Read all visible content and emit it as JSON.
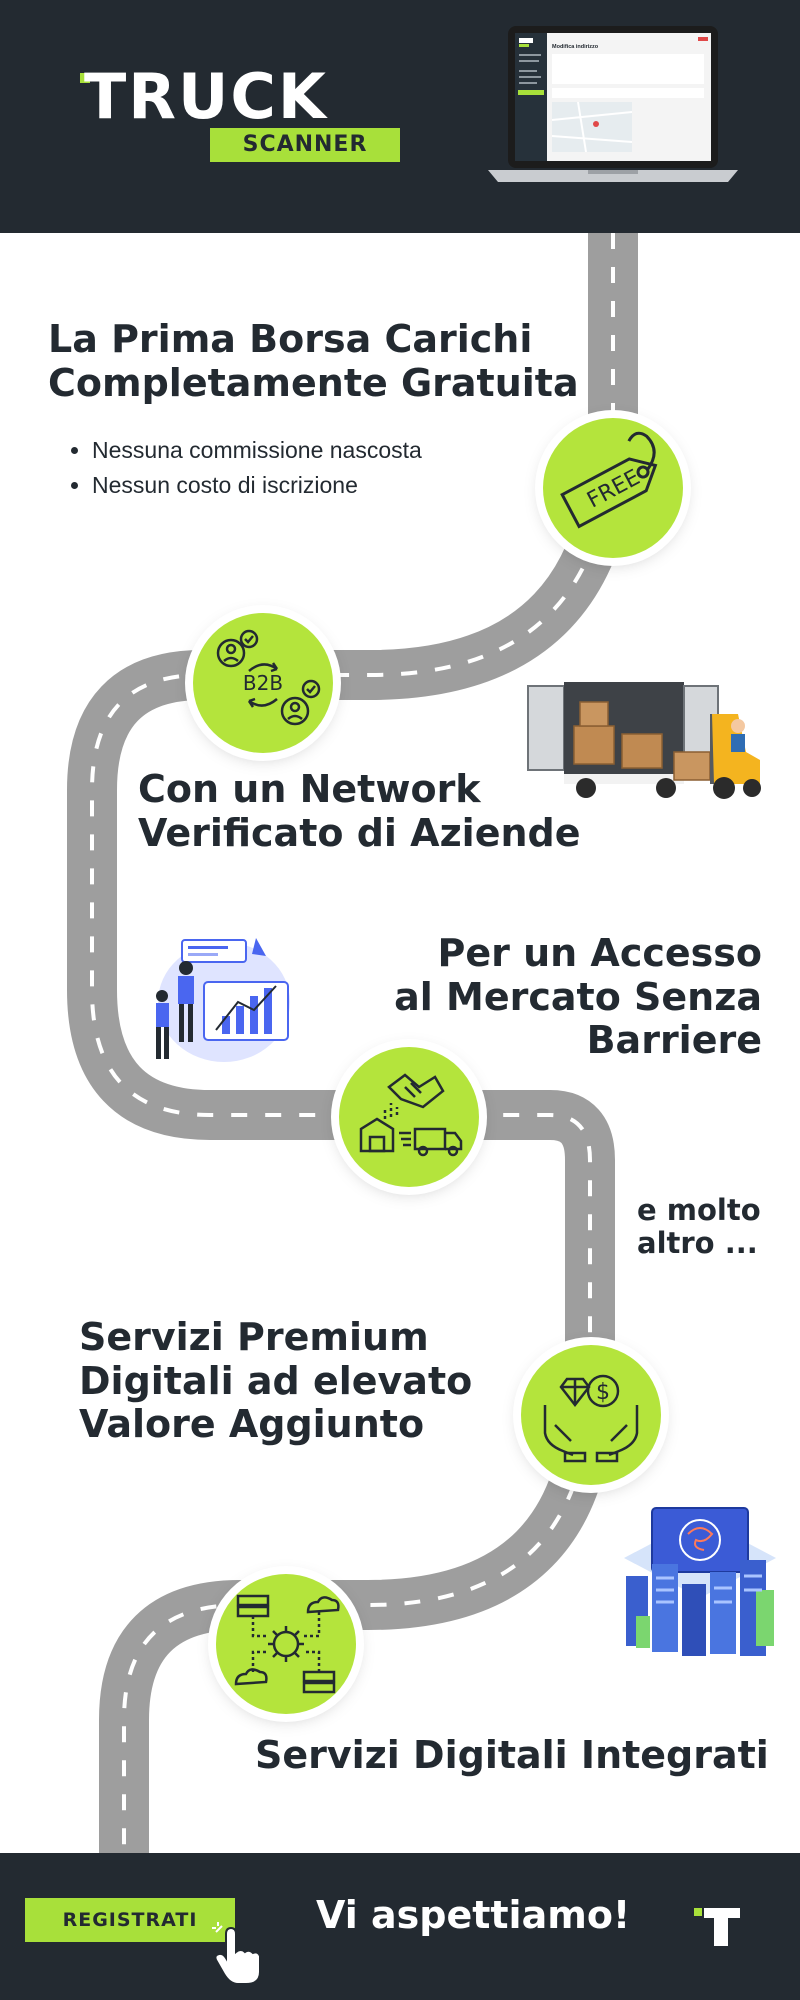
{
  "brand": {
    "name_main": "TRUCK",
    "name_sub": "SCANNER",
    "accent_color": "#a8e03a",
    "dark_color": "#232a31",
    "road_color": "#9e9e9e"
  },
  "laptop_screen": {
    "app_title": "Modifica indirizzo"
  },
  "sections": {
    "s1": {
      "title_line1": "La Prima Borsa Carichi",
      "title_line2": "Completamente Gratuita",
      "bullets": [
        "Nessuna commissione nascosta",
        "Nessun costo di iscrizione"
      ],
      "icon_text": "FREE"
    },
    "s2": {
      "title_line1": "Con un Network",
      "title_line2": "Verificato di Aziende",
      "icon_text": "B2B"
    },
    "s3": {
      "title_line1": "Per un Accesso",
      "title_line2": "al Mercato Senza",
      "title_line3": "Barriere"
    },
    "s4": {
      "text_line1": "e molto",
      "text_line2": "altro ..."
    },
    "s5": {
      "title_line1": "Servizi Premium",
      "title_line2": "Digitali ad elevato",
      "title_line3": "Valore Aggiunto",
      "icon_text": "$"
    },
    "s6": {
      "title": "Servizi Digitali Integrati"
    }
  },
  "footer": {
    "cta_label": "REGISTRATI",
    "message": "Vi aspettiamo!"
  }
}
